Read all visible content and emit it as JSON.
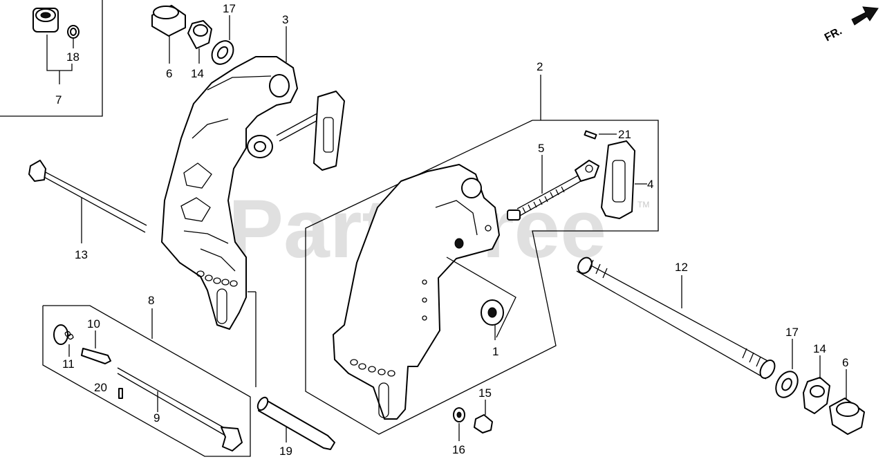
{
  "watermark": {
    "text": "PartsTree",
    "tm": "TM"
  },
  "direction": {
    "text": "FR."
  },
  "callouts": [
    "1",
    "2",
    "3",
    "4",
    "5",
    "6",
    "6",
    "7",
    "8",
    "9",
    "10",
    "11",
    "12",
    "13",
    "14",
    "14",
    "15",
    "16",
    "17",
    "17",
    "18",
    "19",
    "20",
    "21"
  ]
}
